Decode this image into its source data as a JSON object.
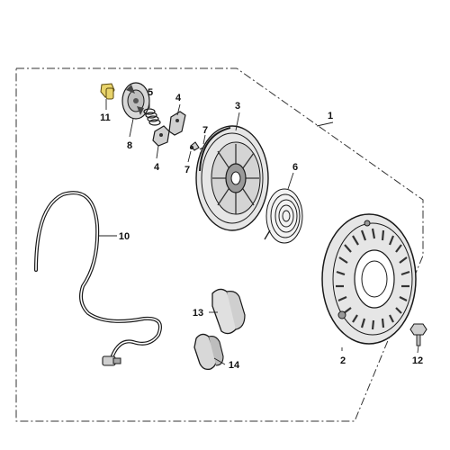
{
  "callouts": {
    "c1": "1",
    "c2": "2",
    "c3": "3",
    "c4a": "4",
    "c4b": "4",
    "c5": "5",
    "c6": "6",
    "c7a": "7",
    "c7b": "7",
    "c8": "8",
    "c10": "10",
    "c11": "11",
    "c12": "12",
    "c13": "13",
    "c14": "14"
  },
  "colors": {
    "part_fill": "#e6e6e6",
    "part_dark": "#3a3a3a",
    "highlight": "#e8d36a",
    "boundary": "#333333"
  }
}
